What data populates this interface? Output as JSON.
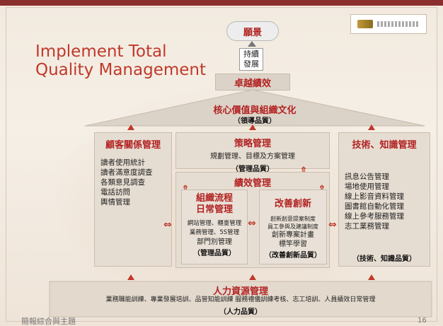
{
  "title_lines": [
    "Implement Total",
    "Quality Management"
  ],
  "vision": "願景",
  "sustain": [
    "持續",
    "發展"
  ],
  "excellence": "卓越績效",
  "core": {
    "title": "核心價值與組織文化",
    "sub": "（領導品質）"
  },
  "customer": {
    "title": "顧客關係管理",
    "items": [
      "讀者使用統計",
      "讀者滿意度調查",
      "各類意見調查",
      "電話訪問",
      "輿情管理"
    ]
  },
  "strategy": {
    "title": "策略管理",
    "text": "規劃管理、目標及方案管理",
    "sub": "（管理品質）"
  },
  "tech": {
    "title": "技術、知識管理",
    "items": [
      "訊息公告管理",
      "場地使用管理",
      "線上影音資料管理",
      "圖書館自動化管理",
      "線上參考服務管理",
      "志工業務管理"
    ],
    "sub": "（技術、知識品質）"
  },
  "performance": {
    "title": "績效管理"
  },
  "process": {
    "title_lines": [
      "組織流程",
      "日常管理"
    ],
    "items": [
      "網站管理、櫃臺管理",
      "業務管理、5S管理"
    ],
    "dept": "部門別管理",
    "sub": "（管理品質）"
  },
  "innovation": {
    "title": "改善創新",
    "items": [
      "創新創意提案制度",
      "員工參與及建議制度"
    ],
    "items2": [
      "創新專案計畫",
      "標竿學習"
    ],
    "sub": "（改善創新品質）"
  },
  "hr": {
    "title": "人力資源管理",
    "text": "業務職能訓練、專業發展培訓、品管知能訓練 服務禮儀訓練考核、志工培訓、人員績效日常管理",
    "sub": "（人力品質）"
  },
  "footer": "簡報綜合與主題",
  "pagenum": "16"
}
